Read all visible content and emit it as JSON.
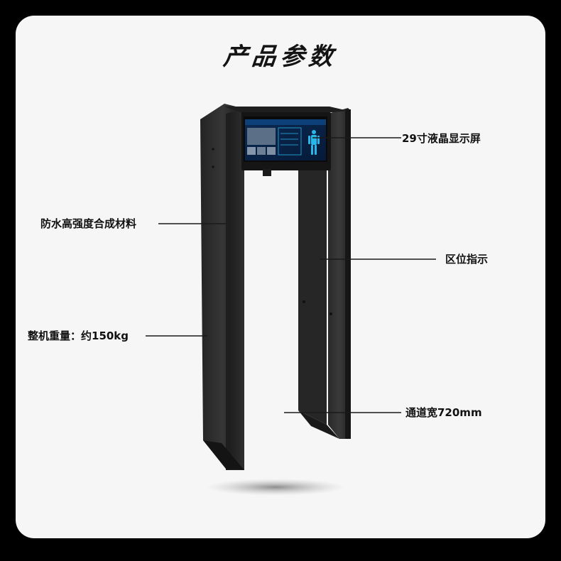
{
  "title": "产品参数",
  "callouts": {
    "screen": "29寸液晶显示屏",
    "material": "防水高强度合成材料",
    "zone": "区位指示",
    "weight": "整机重量：约150kg",
    "passage": "通道宽720mm"
  },
  "colors": {
    "page": "#000000",
    "card": "#f6f6f6",
    "frame": "#2c2c2c",
    "screen_accent": "#29b6e8"
  }
}
